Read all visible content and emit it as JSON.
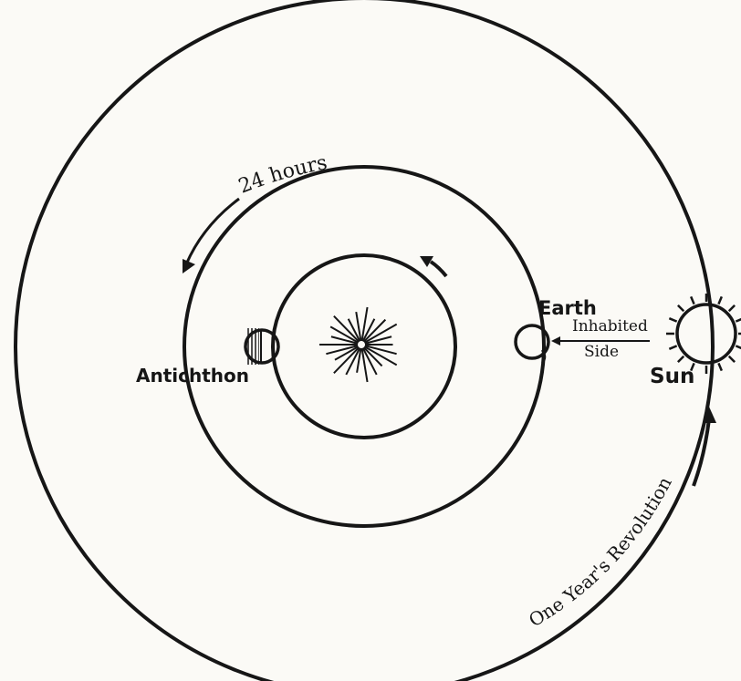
{
  "labels": {
    "hours": "24 hours",
    "antichthon": "Antichthon",
    "earth": "Earth",
    "inhabited_line1": "Inhabited",
    "inhabited_line2": "Side",
    "sun": "Sun",
    "revolution": "One Year's Revolution"
  },
  "bodies": [
    {
      "name": "central-fire",
      "icon": "starburst-icon"
    },
    {
      "name": "antichthon",
      "icon": "half-shaded-circle-icon"
    },
    {
      "name": "earth",
      "icon": "circle-icon"
    },
    {
      "name": "sun",
      "icon": "rayed-circle-icon"
    }
  ],
  "colors": {
    "ink": "#161616",
    "paper": "#fbfaf6"
  }
}
